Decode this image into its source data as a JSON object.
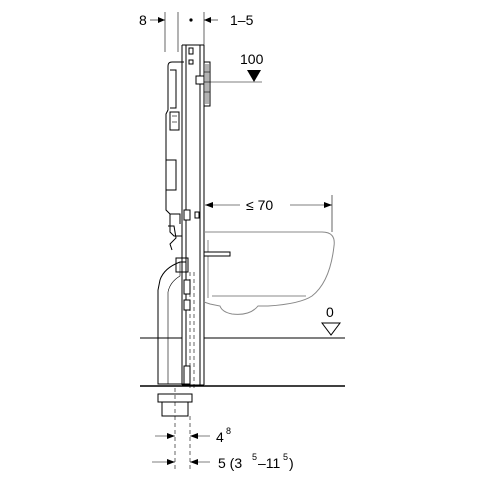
{
  "labels": {
    "dim_left_top": "8",
    "dim_right_top": "1–5",
    "height_mark": "100",
    "bowl_depth": "≤ 70",
    "floor_level": "0",
    "pipe_offset_base": "4",
    "pipe_offset_sup": "8",
    "pipe_width_base": "5 (3",
    "pipe_width_sup1": "5",
    "pipe_width_mid": "–11",
    "pipe_width_sup2": "5",
    "pipe_width_end": ")"
  }
}
